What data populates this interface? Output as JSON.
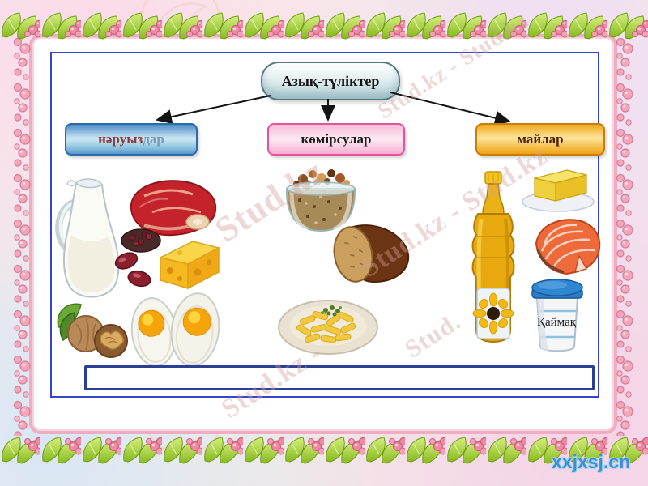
{
  "slide": {
    "root_label": "Азық-түліктер",
    "categories": [
      {
        "name": "proteins",
        "label": "нәруыздар",
        "label_main": "нәруыз",
        "label_suffix": "дар",
        "box_color": "#4d8cc8"
      },
      {
        "name": "carbohydrates",
        "label": "көмірсулар",
        "box_color": "#f6b6d6"
      },
      {
        "name": "fats",
        "label": "майлар",
        "box_color": "#f5b31f"
      }
    ],
    "food_items": {
      "proteins": [
        "milk-jug",
        "meat",
        "beans",
        "cheese",
        "walnuts",
        "fried-eggs"
      ],
      "carbohydrates": [
        "muesli-bowl",
        "bread",
        "pasta-plate"
      ],
      "fats": [
        "oil-bottle",
        "butter",
        "salmon",
        "sour-cream"
      ]
    },
    "food_labels": {
      "sour_cream": "Қаймақ"
    },
    "answer_box_text": ""
  },
  "watermarks": {
    "top_right": "Stud.kz - Stud.kz",
    "middle_left": "Stud.kz",
    "middle_right": "Stud.kz - Stud.kz",
    "bottom_center": "Stud.",
    "bottom_left": "Stud.kz -",
    "site_badge": "xxjxsj.cn"
  },
  "colors": {
    "frame_pink": "#f0acc0",
    "content_border_blue": "#3644cc",
    "answer_box_border": "#2c3f96",
    "garland_leaf": "#8cbf24",
    "garland_berry": "#ef8aa2"
  }
}
